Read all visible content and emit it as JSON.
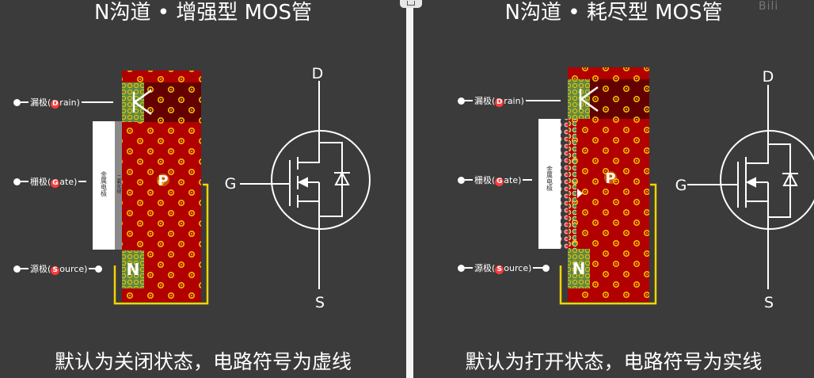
{
  "left": {
    "title": "N沟道 • 增强型 MOS管",
    "terminals": {
      "drain": {
        "prefix": "漏极(",
        "letter": "D",
        "suffix": "rain)"
      },
      "gate": {
        "prefix": "栅极(",
        "letter": "G",
        "suffix": "ate)"
      },
      "source": {
        "prefix": "源极(",
        "letter": "S",
        "suffix": "ource)"
      }
    },
    "metal_label": "金属电极",
    "oxide_label": "二氧化硅",
    "substrate_label": "P",
    "source_region_label": "N",
    "symbol": {
      "d": "D",
      "g": "G",
      "s": "S",
      "channel": "dashed"
    },
    "caption": "默认为关闭状态，电路符号为虚线"
  },
  "right": {
    "title": "N沟道 • 耗尽型 MOS管",
    "terminals": {
      "drain": {
        "prefix": "漏极(",
        "letter": "D",
        "suffix": "rain)"
      },
      "gate": {
        "prefix": "栅极(",
        "letter": "G",
        "suffix": "ate)"
      },
      "source": {
        "prefix": "源极(",
        "letter": "S",
        "suffix": "ource)"
      }
    },
    "metal_label": "金属电极",
    "substrate_label": "P",
    "source_region_label": "N",
    "symbol": {
      "d": "D",
      "g": "G",
      "s": "S",
      "channel": "solid"
    },
    "caption": "默认为打开状态，电路符号为实线"
  },
  "colors": {
    "background": "#3b3b3b",
    "substrate": "#b20000",
    "substrate_dark": "#650000",
    "n_region": "#5d8b47",
    "carrier": "#f0c000",
    "wire": "#f2d400",
    "metal": "#ffffff",
    "oxide": "#8a8a8a",
    "letter_badge": "#ff3a3a"
  },
  "watermark": "Bili"
}
